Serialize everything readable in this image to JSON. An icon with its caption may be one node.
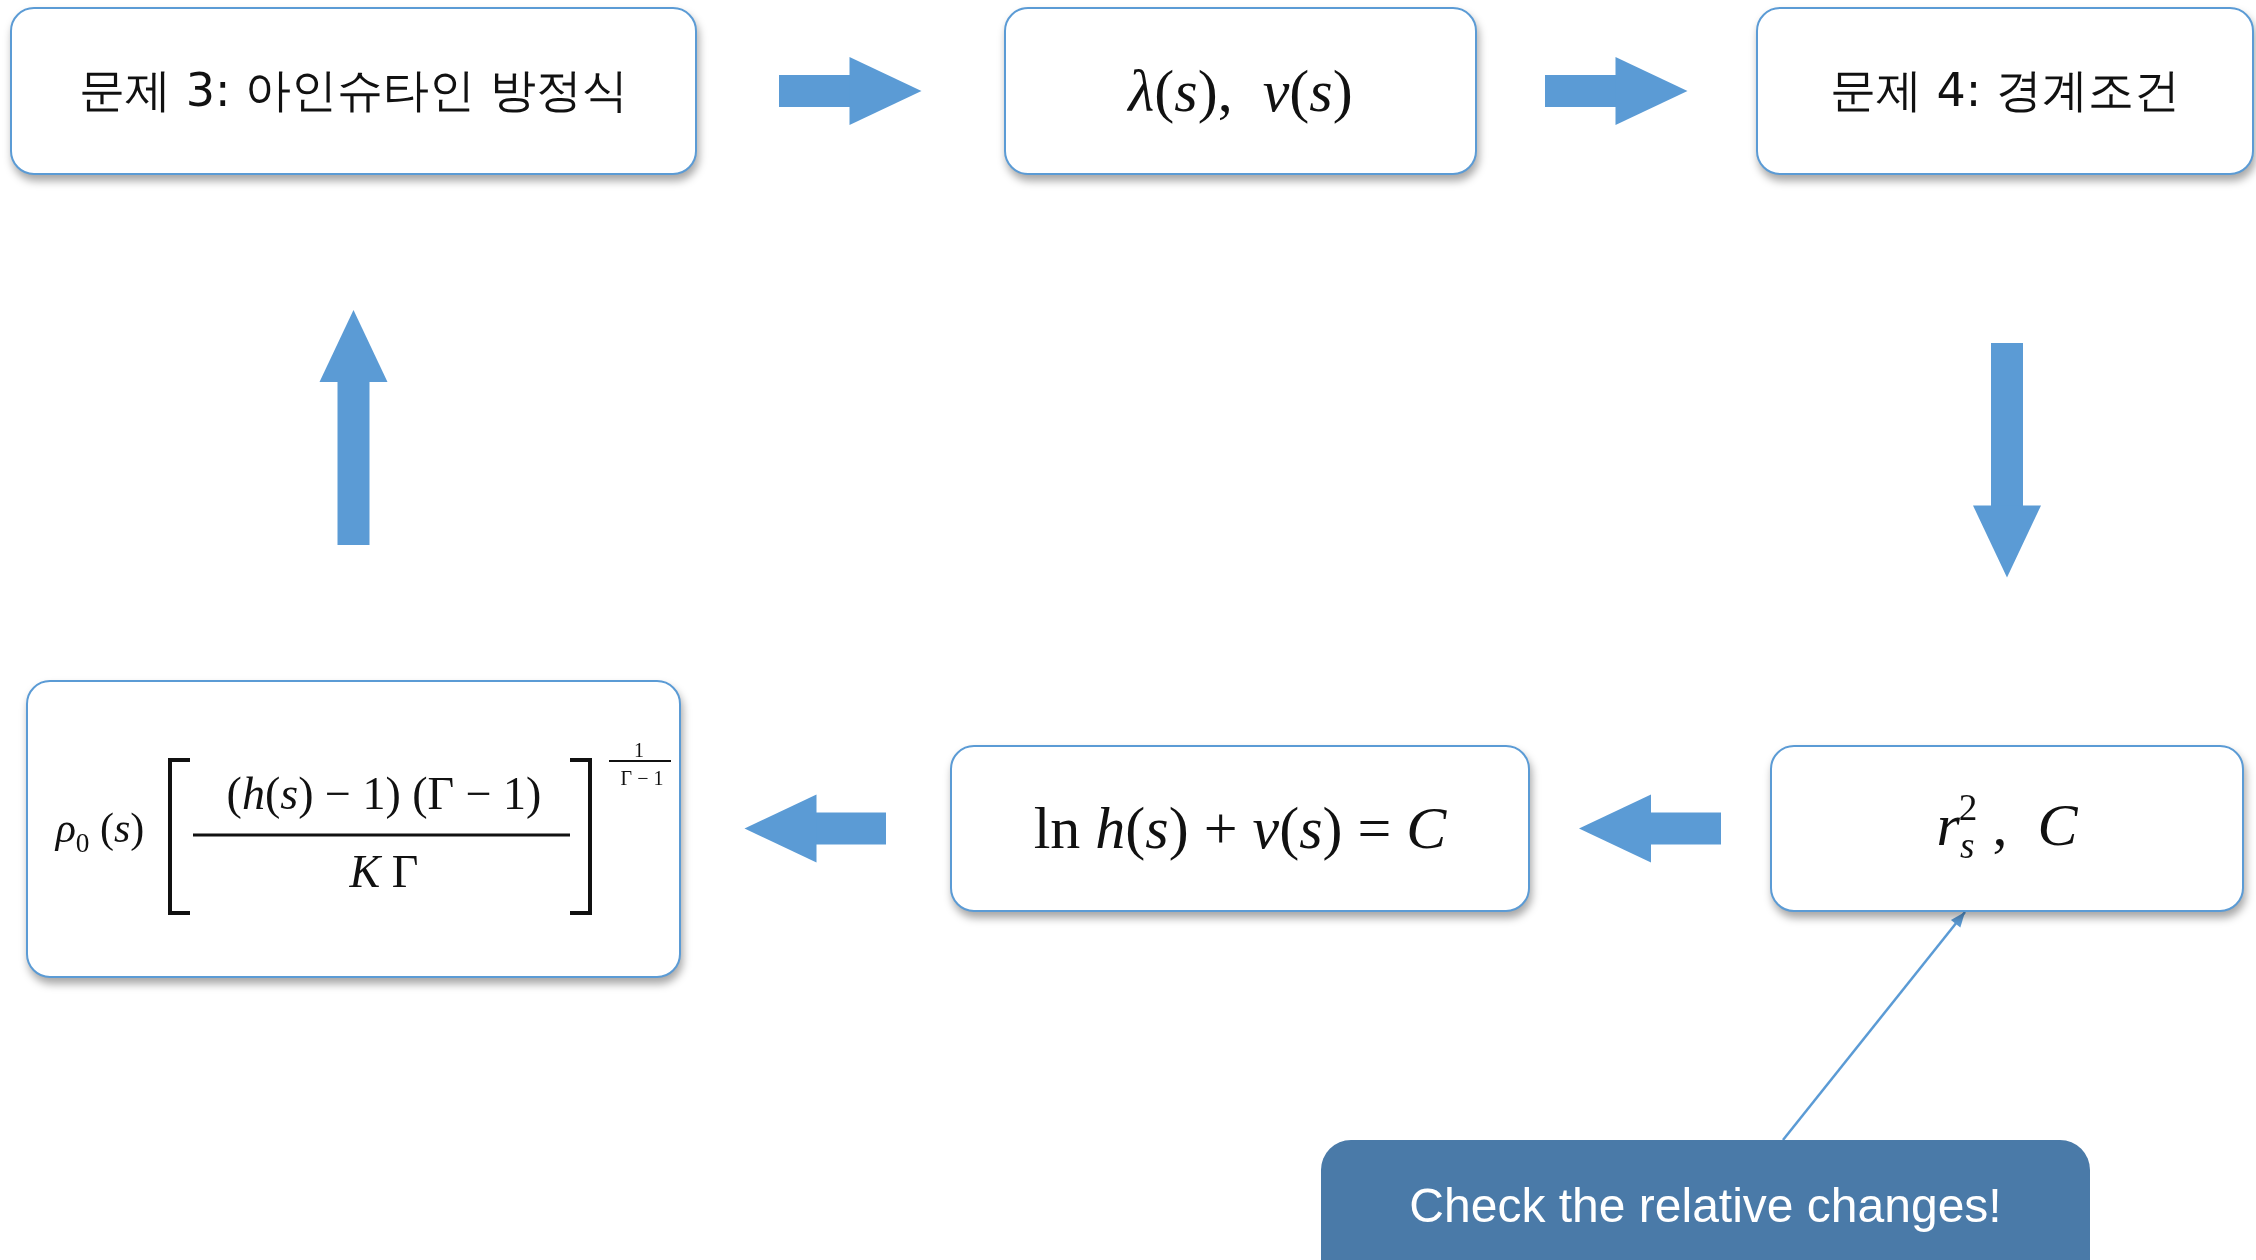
{
  "diagram": {
    "nodes": [
      {
        "text": [
          "문제 3: 아인슈타인 방정식"
        ]
      },
      {
        "text": [
          "*λ*(*s*),  *ν*(*s*)"
        ]
      },
      {
        "text": [
          "문제 4: 경계조건"
        ]
      },
      {
        "text": [
          "*r*$_{s}$$^{2}$ ,  *C*"
        ]
      },
      {
        "text": [
          "ln *h*(*s*) + *ν*(*s*) = *C*"
        ]
      },
      {
        "text": [
          "*ρ*$_{0}$ (*s*)",
          "(*h*(*s*) − 1) (Γ − 1)",
          "*K* Γ",
          "1",
          "Γ − 1"
        ]
      },
      {
        "text": [
          "Check the relative changes!"
        ]
      }
    ],
    "edges": [
      {
        "from": 0,
        "to": 1,
        "arrow": "to",
        "style": "thick"
      },
      {
        "from": 1,
        "to": 2,
        "arrow": "to",
        "style": "thick"
      },
      {
        "from": 2,
        "to": 3,
        "arrow": "to",
        "style": "thick"
      },
      {
        "from": 3,
        "to": 4,
        "arrow": "to",
        "style": "thick"
      },
      {
        "from": 4,
        "to": 5,
        "arrow": "to",
        "style": "thick"
      },
      {
        "from": 5,
        "to": 0,
        "arrow": "to",
        "style": "thick"
      },
      {
        "from": 6,
        "to": 3,
        "arrow": "to"
      }
    ]
  }
}
